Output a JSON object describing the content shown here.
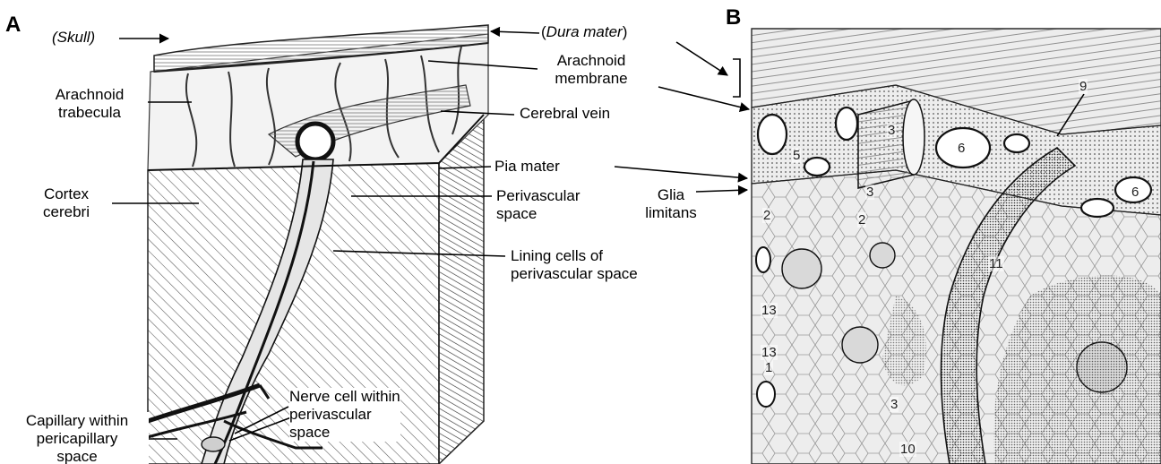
{
  "panels": {
    "a": "A",
    "b": "B"
  },
  "panel_a_labels": {
    "skull": "(Skull)",
    "dura_open": "(",
    "dura_name": "Dura mater",
    "dura_close": ")",
    "arachnoid_membrane": "Arachnoid\nmembrane",
    "arachnoid_trabecula": "Arachnoid\ntrabecula",
    "cerebral_vein": "Cerebral vein",
    "pia_mater": "Pia mater",
    "cortex": "Cortex\ncerebri",
    "perivascular_space": "Perivascular\nspace",
    "glia_limitans": "Glia\nlimitans",
    "lining_cells": "Lining cells of\nperivascular space",
    "nerve_cell": "Nerve cell within\nperivascular\nspace",
    "capillary": "Capillary within\npericapillary\nspace"
  },
  "panel_b_numbers": {
    "n9": "9",
    "n3a": "3",
    "n6a": "6",
    "n5": "5",
    "n3b": "3",
    "n6b": "6",
    "n2a": "2",
    "n2b": "2",
    "n11": "11",
    "n13a": "13",
    "n13b": "13",
    "n1": "1",
    "n3c": "3",
    "n10": "10"
  }
}
